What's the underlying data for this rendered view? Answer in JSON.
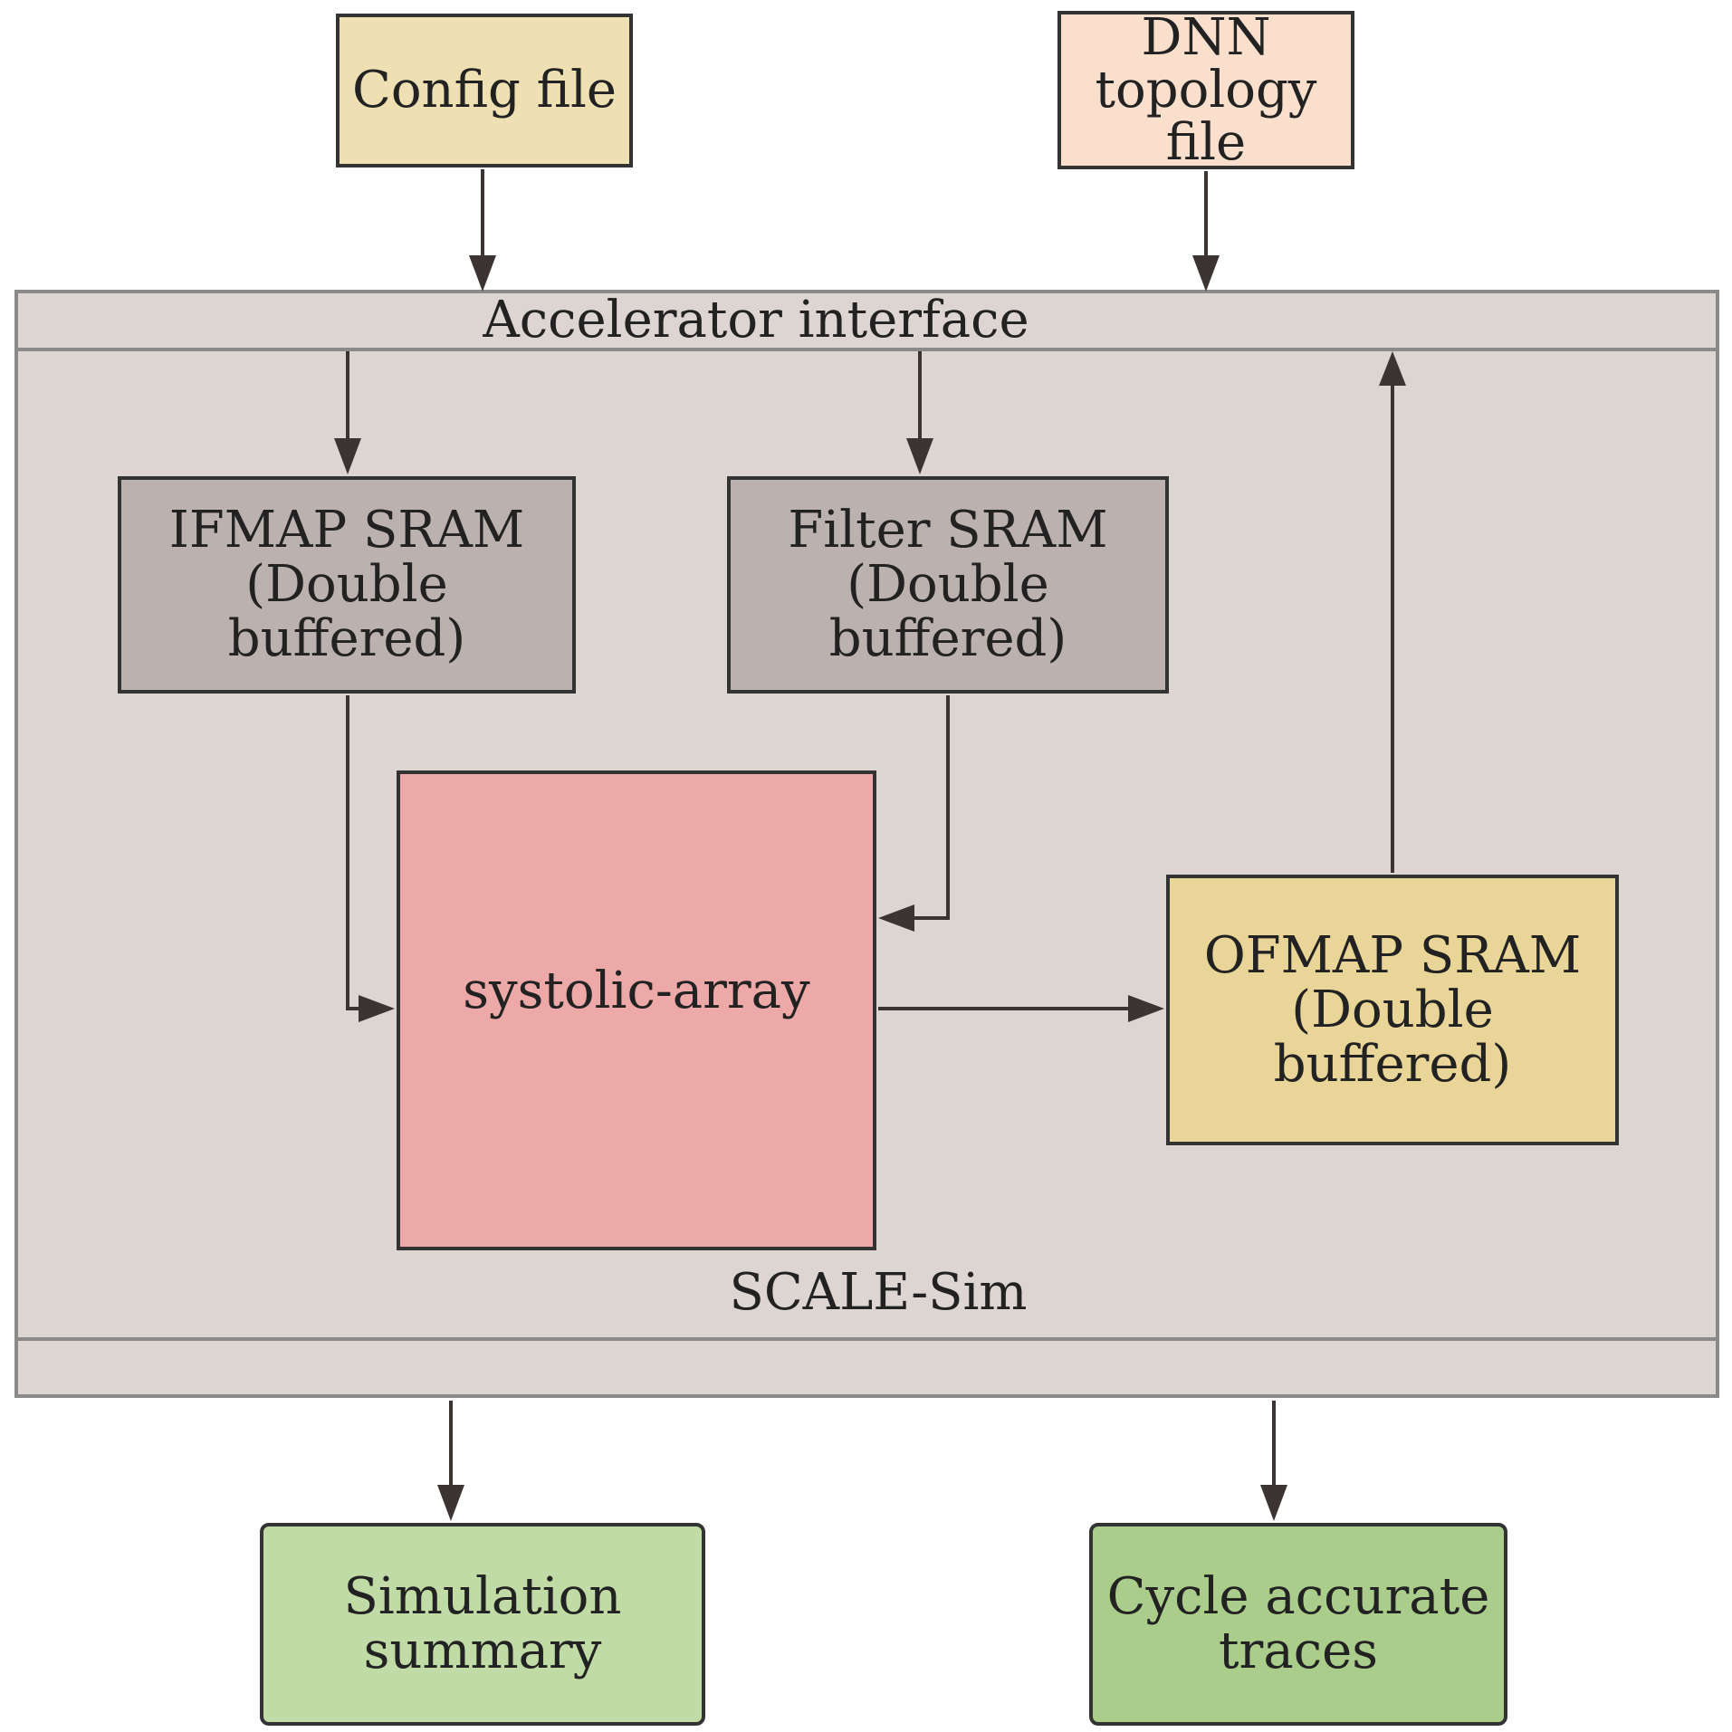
{
  "inputs": {
    "config": {
      "label": "Config file",
      "color": "#eee0b2"
    },
    "topology": {
      "lines": [
        "DNN",
        "topology",
        "file"
      ],
      "color": "#fadfcd"
    }
  },
  "scale_sim": {
    "interface_label": "Accelerator interface",
    "name": "SCALE-Sim",
    "background": "#ddd5d2",
    "ifmap": {
      "lines": [
        "IFMAP SRAM",
        "(Double buffered)"
      ],
      "color": "#bbb1ae"
    },
    "filter": {
      "lines": [
        "Filter SRAM",
        "(Double buffered)"
      ],
      "color": "#bbb1ae"
    },
    "systolic": {
      "label": "systolic-array",
      "color": "#eda8a8"
    },
    "ofmap": {
      "lines": [
        "OFMAP SRAM",
        "(Double buffered)"
      ],
      "color": "#e9d597"
    }
  },
  "outputs": {
    "summary": {
      "lines": [
        "Simulation",
        "summary"
      ],
      "color": "#c0dba6"
    },
    "traces": {
      "lines": [
        "Cycle accurate",
        "traces"
      ],
      "color": "#aacd8c"
    }
  },
  "arrow_color": "#3b3432"
}
